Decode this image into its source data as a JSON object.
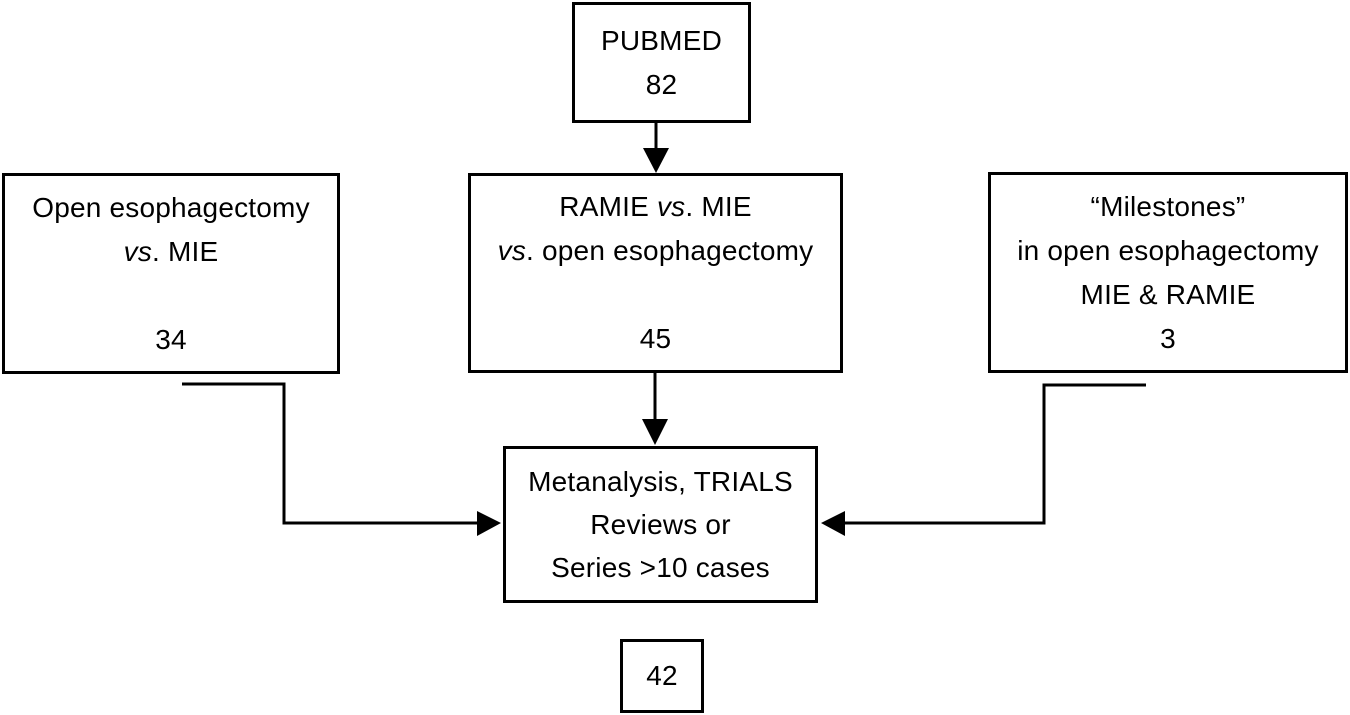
{
  "diagram": {
    "title_semantic": "Literature selection flowchart",
    "colors": {
      "stroke": "#000000",
      "background": "#ffffff"
    },
    "boxes": {
      "pubmed": {
        "count": "82",
        "lines": [
          [
            {
              "text": "PUBMED"
            }
          ],
          [
            {
              "text": "82"
            }
          ]
        ]
      },
      "open_vs_mie": {
        "count": "34",
        "lines": [
          [
            {
              "text": "Open esophagectomy"
            }
          ],
          [
            {
              "text": "vs",
              "italic": true
            },
            {
              "text": ". MIE"
            }
          ],
          [],
          [
            {
              "text": "34"
            }
          ]
        ]
      },
      "ramie_vs_mie_vs_open": {
        "count": "45",
        "lines": [
          [
            {
              "text": "RAMIE "
            },
            {
              "text": "vs",
              "italic": true
            },
            {
              "text": ". MIE"
            }
          ],
          [
            {
              "text": "vs",
              "italic": true
            },
            {
              "text": ". open esophagectomy"
            }
          ],
          [],
          [
            {
              "text": "45"
            }
          ]
        ]
      },
      "milestones": {
        "count": "3",
        "lines": [
          [
            {
              "text": "“Milestones”"
            }
          ],
          [
            {
              "text": "in open esophagectomy"
            }
          ],
          [
            {
              "text": "MIE & RAMIE"
            }
          ],
          [
            {
              "text": "3"
            }
          ]
        ]
      },
      "selection_criteria": {
        "lines": [
          [
            {
              "text": "Metanalysis, TRIALS"
            }
          ],
          [
            {
              "text": "Reviews or"
            }
          ],
          [
            {
              "text": "Series >10 cases"
            }
          ]
        ]
      },
      "final_result": {
        "count": "42",
        "lines": [
          [
            {
              "text": "42"
            }
          ]
        ]
      }
    }
  }
}
